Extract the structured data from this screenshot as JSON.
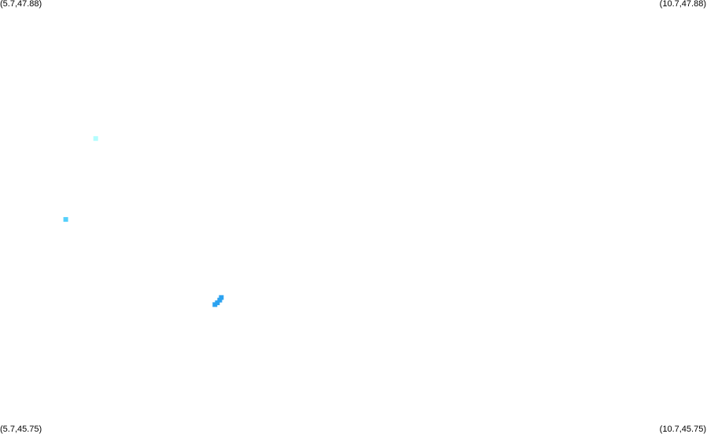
{
  "corners": {
    "top_left": "(5.7,47.88)",
    "top_right": "(10.7,47.88)",
    "bottom_left": "(5.7,45.75)",
    "bottom_right": "(10.7,45.75)"
  },
  "extent": {
    "lon_min": 5.7,
    "lon_max": 10.7,
    "lat_min": 45.75,
    "lat_max": 47.88
  },
  "points": [
    {
      "lon": 6.377,
      "lat": 47.2,
      "color": "#b3fdfe"
    },
    {
      "lon": 6.165,
      "lat": 46.803,
      "color": "#55d0fb"
    },
    {
      "lon": 7.22,
      "lat": 46.385,
      "color": "#2ba2f0"
    },
    {
      "lon": 7.237,
      "lat": 46.394,
      "color": "#2ba2f0"
    },
    {
      "lon": 7.254,
      "lat": 46.407,
      "color": "#2ba2f0"
    },
    {
      "lon": 7.265,
      "lat": 46.42,
      "color": "#2ba2f0"
    }
  ]
}
